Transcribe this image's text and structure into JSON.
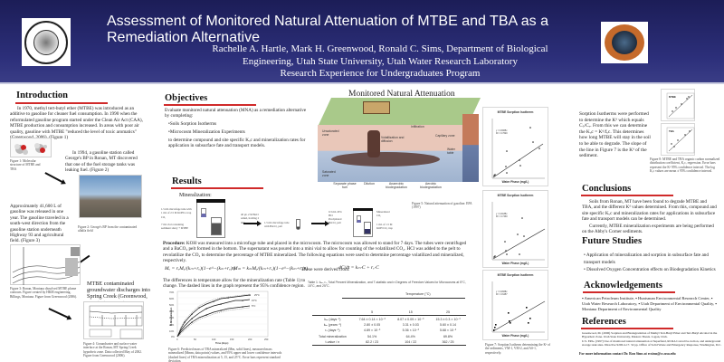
{
  "header": {
    "title": "Assessment of Monitored Natural Attenuation of MTBE and TBA as a Remediation Alternative",
    "authors_line1": "Rachelle A. Hartle, Mark H. Greenwood, Ronald C. Sims, Department of Biological",
    "authors_line2": "Engineering, Utah State University, Utah Water Research Laboratory",
    "authors_line3": "Research Experience for Undergraduates Program",
    "colors": {
      "background": "#24266a",
      "accent_rule": "#d02a2a"
    }
  },
  "introduction": {
    "heading": "Introduction",
    "para1": "In 1970, methyl tert-butyl ether (MTBE) was introduced as an additive to gasoline for cleaner fuel consumption. In 1990 when the reformulated gasoline program started under the Clean Air Act (CAA), MTBE production and consumption increased. In areas with poor air quality, gasoline with MTBE \"reduced the level of toxic aromatics\" (Greenwood, 2006). (Figure 1)",
    "fig1_labels": [
      "MTBE",
      "TBA"
    ],
    "fig1_caption": "Figure 1: Molecular structure of MTBE and TBA",
    "para2": "In 1994, a gasoline station called George's BP in Ronan, MT discovered that one of the fuel storage tanks was leaking fuel. (Figure 2)",
    "fig2_caption": "Figure 2: George's BP from the contaminated alfalfa field",
    "para3": "Approximately 41,600 L of gasoline was released in one year. The gasoline traveled in a south-west direction from the gasoline station underneath Highway 93 and agricultural field. (Figure 3)",
    "fig3_caption": "Figure 3: Ronan, Montana dissolved MTBE plume contours. Figure created by HKM engineering, Billings, Montana. Figure from Greenwood (2006).",
    "para4": "MTBE contaminated groundwater discharges into Spring Creek (Greenwood, 2006). (Figure 4)",
    "fig4_caption": "Figure 4: Groundwater and surface water interface at the Ronan, MT Spring Creek hyporheic zone. Data collected May of 2002. Figure from Greenwood (2006)."
  },
  "objectives": {
    "heading": "Objectives",
    "intro": "Evaluate monitored natural attenuation (MNA) as a remediation alternative by completing:",
    "bullets": [
      "•Soils Sorption Isotherms",
      "•Microcosm Mineralization Experiments"
    ],
    "closing": "to determine compound and site specific Kₒc and mineralization rates for application in subsurface fate and transport models."
  },
  "mna": {
    "title": "Monitored Natural Attenuation",
    "labels": {
      "unsaturated": "Unsaturated zone",
      "infiltration": "Infiltration",
      "volatilization": "Volatilization and diffusion",
      "capillary": "Capillary zone",
      "water_table": "Water table",
      "saturated": "Saturated zone"
    },
    "bottom_labels": [
      "Separate phase fuel",
      "Dilution",
      "Anaerobic biodegradation",
      "Aerobic biodegradation"
    ],
    "caption": "Figure 5: Natural attenuation of gasoline. EPA (1997)"
  },
  "results": {
    "heading": "Results",
    "subheading": "Mineralization:",
    "diagram_labels": {
      "tube1": "1.5 mL microfuge tube with 1 mL of 2.5 M KOH to trap CO₂",
      "vial1": "7 mL vial containing sediment slurry + MTBE",
      "step1": "40 µL 2 M BaCl added, holding 2 min",
      "tube2": "1.5 mL microfuge tube with BaCO₃ pelt",
      "co2_out": "Mineralized CO₂",
      "pellet": "Precipitated BaCO₃ pelt",
      "acid": "0.3 mL 20% HCl",
      "vial2": "1 mL of 1.5 M KOH CO₂ trap"
    },
    "procedure_label": "Procedure:",
    "procedure_text": "KOH was measured into a microfuge tube and placed in the microcosm. The microcosm was allowed to stand for 7 days. The tubes were centrifuged and a BaCO₃ pelt formed in the bottom. The supernatant was poured into a mini vial to allow for counting of the volatilized CO₂. HCl was added to the pelt to revolatilize the CO₂ to determine the percentage of MTBE mineralized. The following equations were used to determine percentage volatilized and mineralized, respectively.",
    "eq1": "Mᵥ = rᵥMₒ/(kₘ+rᵥ)(1−e^−(kₘ+rᵥ)t)",
    "eq2": "Mₘ = kₘMₒ/(kₘ+rᵥ)(1−e^−(kₘ+rᵥ)t)",
    "derived_label": "These were derived from:",
    "eq3": "dC/dt = kₘ·C + rᵥ·C",
    "temp_text": "The differences in temperature allow for the mineralization rate (Table 1) to change. The dashed lines in the graph represent the 95% confidence region.",
    "fig6_caption": "Figure 6: Predicted mass of TBA mineralized (Mm, solid lines), measured mass mineralized (Mmm, data points) values, and 95% upper and lower confidence intervals (dashed lines) of TBA mineralization at 5, 15, and 25°C. Error bars represent standard deviation."
  },
  "table1": {
    "caption": "Table 1: kₘ, rᵥ, Total Percent Mineralization, and T-statistic and n Degrees of Freedom Values for Microcosms at 5°C, 15°C, and 25°C.",
    "temp_header": "Temperature (°C)",
    "columns": [
      "",
      "5",
      "15",
      "25"
    ],
    "rows": [
      [
        "kₘ (days⁻¹)",
        "7.64 ± 0.14 × 10⁻³",
        "8.07 ± 0.09 × 10⁻³",
        "15.3 ± 0.3 × 10⁻³"
      ],
      [
        "kₘ (years⁻¹)",
        "2.80 ± 0.05",
        "3.31 ± 0.03",
        "5.60 ± 0.14"
      ],
      [
        "rᵥ (days⁻¹)",
        "4.89 × 10⁻³",
        "5.36 × 10⁻³",
        "5.68 × 10⁻³"
      ],
      [
        "Total mineralization",
        "54.1%",
        "64.4%",
        "69.8%"
      ],
      [
        "t-value / n",
        "82.2 / 23",
        "104 / 22",
        "362 / 25"
      ]
    ]
  },
  "sorption": {
    "text": "Sorption Isotherms were performed to determine the Kᵈ which equals Cₛ/Cᵥ. From this we can determine the Kₒc = Kᵈ/fₒc. This determines how long MTBE will stay in the soil to be able to degrade. The slope of the line in Figure 7 is the Kᵈ of the sediment.",
    "fig7_caption": "Figure 7: Sorption Isotherm determining the Kᵈ of the sediments, VM-1, VM-2, and AS-1, respectively.",
    "fig8_caption": "Figure 8: MTBE and TBA organic carbon normalized distribution coefficient, Kₒc, regression. Error bars represent the Kᵈ 95% confidence interval. The log Kₒc values are mean ± 95% confidence interval.",
    "fig8_panels": [
      "MTBE",
      "TBA"
    ]
  },
  "conclusions": {
    "heading": "Conclusions",
    "para1": "Soils from Ronan, MT have been found to degrade MTBE and TBA, and the different Kᵈ values determined. From this, compound and site specific Kₒc and mineralization rates for applications in subsurface fate and transport models can be determined.",
    "para2": "Currently, MTBE mineralization experiments are being performed on the Abby's Corner sediments."
  },
  "future": {
    "heading": "Future Studies",
    "items": [
      "• Application of mineralization and sorption in subsurface fate and transport models",
      "• Dissolved Oxygen Concentration effects on Biodegradation Kinetics"
    ]
  },
  "acknowledgements": {
    "heading": "Acknowledgements",
    "text": "▪ American Petroleum Institute, ▪ Huntsman Environmental Research Center, ▪ Utah Water Research Laboratory, ▪ Utah Department of Environmental Quality, ▪ Montana Department of Environmental Quality"
  },
  "references": {
    "heading": "References",
    "items": [
      "Greenwood, M. (2006) Sorption and Biodegradation of Methyl Tert-Butyl Ether and Tert-Butyl Alcohol in the Hyporheic Zone. Utah State University, Masters Thesis. Logan, Utah.",
      "U.S. EPA. (1997) Use of monitored natural attenuation at Superfund, RCRA Corrective Action, and underground storage tank sites. Directive 9200.4-17. 32 pp. Office of Solid Waste and Emergency Response, Washington, D.C."
    ],
    "contact": "For more information contact Dr. Ron Sims at rcsims@cc.usu.edu"
  },
  "chart_data": [
    {
      "type": "line",
      "title": "Figure 6: Predicted mass of TBA mineralized",
      "xlabel": "Time (days)",
      "ylabel": "% Mineralization",
      "xlim": [
        0,
        250
      ],
      "ylim": [
        0,
        70
      ],
      "x_ticks": [
        0,
        50,
        100,
        150,
        200,
        250
      ],
      "y_ticks": [
        "0%",
        "10%",
        "20%",
        "30%",
        "40%",
        "50%",
        "60%",
        "70%"
      ],
      "x": [
        0,
        10,
        20,
        40,
        60,
        80,
        100,
        120,
        140,
        160,
        180,
        200
      ],
      "series": [
        {
          "name": "25°C",
          "values": [
            0,
            12,
            22,
            35,
            44,
            50,
            54,
            57,
            59,
            60,
            61,
            62
          ]
        },
        {
          "name": "15°C",
          "values": [
            0,
            9,
            17,
            28,
            37,
            43,
            47,
            50,
            53,
            55,
            56,
            57
          ]
        },
        {
          "name": "5°C",
          "values": [
            0,
            7,
            13,
            22,
            29,
            34,
            38,
            41,
            43,
            45,
            46,
            47
          ]
        }
      ]
    },
    {
      "type": "scatter",
      "title": "MTBE Sorption Isotherm",
      "xlabel": "Water Phase (mg/L)",
      "ylabel": "Soil Phase (mg/kg)",
      "xlim": [
        0,
        20000
      ],
      "ylim": [
        0,
        9000
      ],
      "x_ticks": [
        0,
        5000,
        10000,
        15000,
        20000
      ],
      "legend": [
        "y = 0.3965x",
        "R² = 0.7620"
      ],
      "points": [
        [
          500,
          400
        ],
        [
          1000,
          600
        ],
        [
          5200,
          1800
        ],
        [
          5500,
          3600
        ],
        [
          5600,
          900
        ],
        [
          10500,
          2600
        ],
        [
          10800,
          1900
        ],
        [
          14200,
          8300
        ],
        [
          15000,
          5700
        ],
        [
          17200,
          4800
        ]
      ],
      "fit_slope": 0.3965
    },
    {
      "type": "scatter",
      "title": "MTBE Sorption Isotherm",
      "xlabel": "Water Phase (mg/L)",
      "ylabel": "Soil Phase (mg/kg)",
      "xlim": [
        0,
        20000
      ],
      "ylim": [
        0,
        9000
      ],
      "legend": [
        "y = 0.3185x",
        "R² = 0.7430"
      ],
      "points": [
        [
          400,
          500
        ],
        [
          800,
          800
        ],
        [
          5000,
          2800
        ],
        [
          5600,
          1400
        ],
        [
          6000,
          1000
        ],
        [
          10800,
          3600
        ],
        [
          11200,
          1100
        ],
        [
          12000,
          6600
        ],
        [
          13200,
          3800
        ]
      ]
    },
    {
      "type": "scatter",
      "title": "MTBE Sorption Isotherm",
      "xlabel": "Water Phase (mg/L)",
      "ylabel": "Soil Phase (mg/kg)",
      "xlim": [
        0,
        20000
      ],
      "ylim": [
        0,
        7000
      ],
      "legend": [
        "y = 0.2668x",
        "R² = 0.6457"
      ],
      "points": [
        [
          300,
          100
        ],
        [
          700,
          400
        ],
        [
          900,
          900
        ],
        [
          5000,
          2600
        ],
        [
          5400,
          1300
        ],
        [
          5800,
          1100
        ],
        [
          11000,
          3200
        ],
        [
          11600,
          1000
        ],
        [
          12400,
          1500
        ]
      ]
    }
  ]
}
